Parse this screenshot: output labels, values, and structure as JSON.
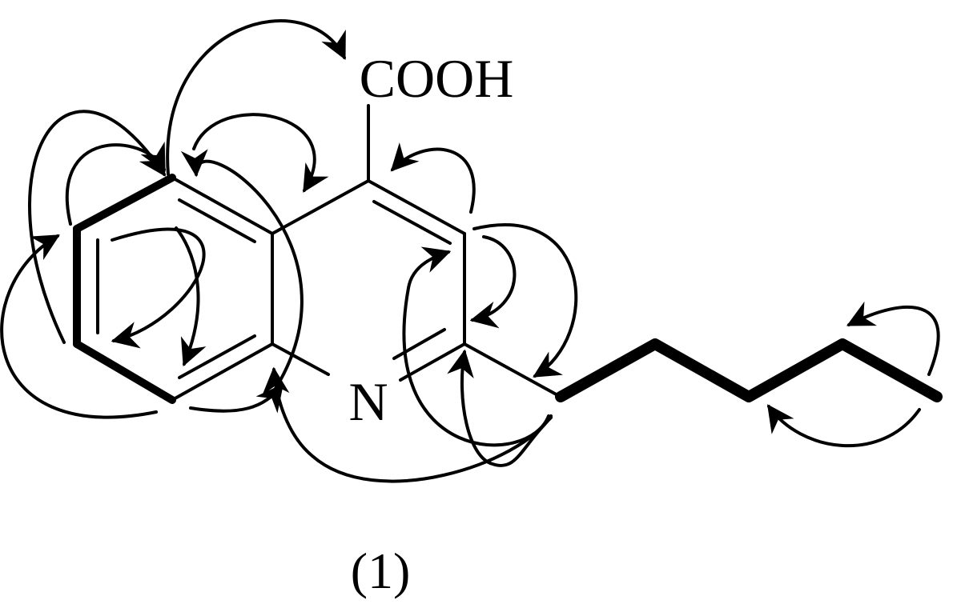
{
  "structure": {
    "substituent_label": "COOH",
    "heteroatom_label": "N",
    "compound_number": "(1)"
  },
  "colors": {
    "ink": "#000000",
    "background": "#ffffff"
  },
  "correlation_arrows": {
    "count": 17
  }
}
